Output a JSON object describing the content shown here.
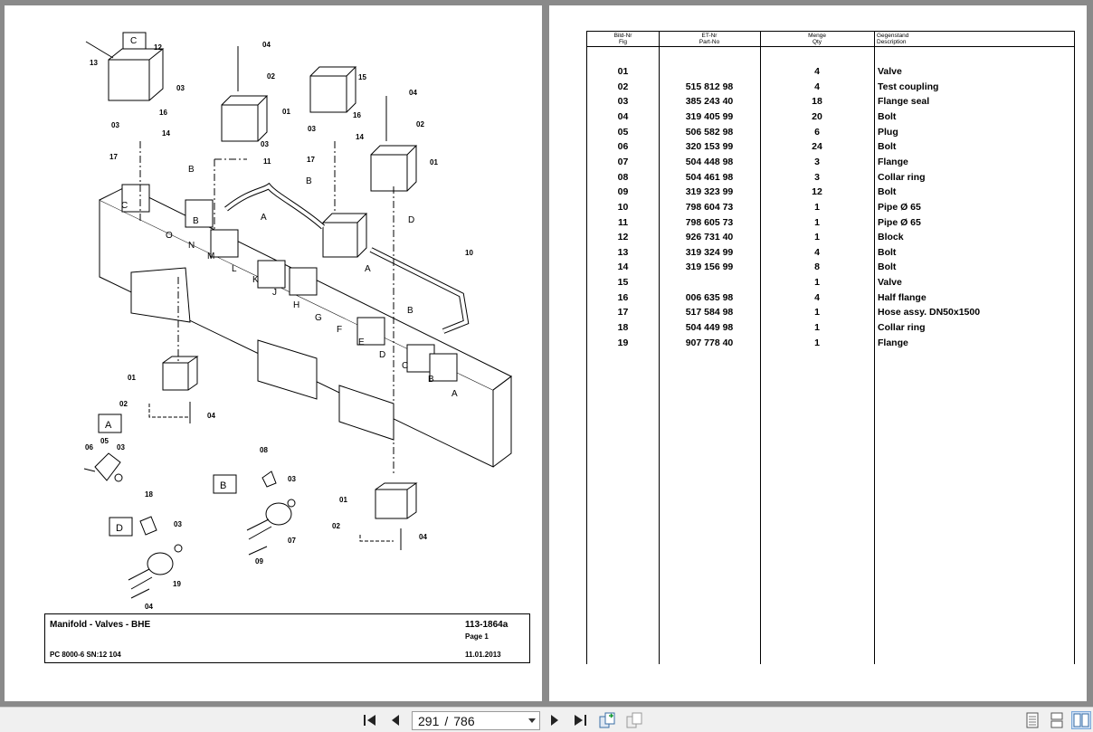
{
  "drawing": {
    "callouts": [
      "13",
      "12",
      "03",
      "16",
      "03",
      "14",
      "17",
      "C",
      "B",
      "04",
      "02",
      "01",
      "03",
      "15",
      "16",
      "03",
      "14",
      "17",
      "04",
      "02",
      "01",
      "11",
      "B",
      "A",
      "D",
      "10",
      "A",
      "B",
      "01",
      "02",
      "04",
      "A",
      "06",
      "05",
      "03",
      "08",
      "03",
      "B",
      "18",
      "03",
      "D",
      "07",
      "09",
      "19",
      "04",
      "01",
      "02",
      "04"
    ],
    "ports": [
      "C",
      "B",
      "O",
      "N",
      "M",
      "L",
      "K",
      "J",
      "H",
      "G",
      "F",
      "E",
      "D",
      "C",
      "B",
      "A"
    ]
  },
  "titleblock": {
    "title": "Manifold - Valves - BHE",
    "doc_no": "113-1864a",
    "page": "Page 1",
    "model": "PC 8000-6 SN:12 104",
    "date": "11.01.2013"
  },
  "parts_table": {
    "headers": {
      "fig_de": "Bild-Nr",
      "fig_en": "Fig",
      "part_de": "ET-Nr",
      "part_en": "Part-No",
      "qty_de": "Menge",
      "qty_en": "Qty",
      "desc_de": "Gegenstand",
      "desc_en": "Description"
    },
    "rows": [
      {
        "fig": "01",
        "part": "",
        "qty": "4",
        "desc": "Valve"
      },
      {
        "fig": "02",
        "part": "515 812 98",
        "qty": "4",
        "desc": "Test coupling"
      },
      {
        "fig": "03",
        "part": "385 243 40",
        "qty": "18",
        "desc": "Flange seal"
      },
      {
        "fig": "04",
        "part": "319 405 99",
        "qty": "20",
        "desc": "Bolt"
      },
      {
        "fig": "05",
        "part": "506 582 98",
        "qty": "6",
        "desc": "Plug"
      },
      {
        "fig": "06",
        "part": "320 153 99",
        "qty": "24",
        "desc": "Bolt"
      },
      {
        "fig": "07",
        "part": "504 448 98",
        "qty": "3",
        "desc": "Flange"
      },
      {
        "fig": "08",
        "part": "504 461 98",
        "qty": "3",
        "desc": "Collar ring"
      },
      {
        "fig": "09",
        "part": "319 323 99",
        "qty": "12",
        "desc": "Bolt"
      },
      {
        "fig": "10",
        "part": "798 604 73",
        "qty": "1",
        "desc": "Pipe Ø 65"
      },
      {
        "fig": "11",
        "part": "798 605 73",
        "qty": "1",
        "desc": "Pipe Ø 65"
      },
      {
        "fig": "12",
        "part": "926 731 40",
        "qty": "1",
        "desc": "Block"
      },
      {
        "fig": "13",
        "part": "319 324 99",
        "qty": "4",
        "desc": "Bolt"
      },
      {
        "fig": "14",
        "part": "319 156 99",
        "qty": "8",
        "desc": "Bolt"
      },
      {
        "fig": "15",
        "part": "",
        "qty": "1",
        "desc": "Valve"
      },
      {
        "fig": "16",
        "part": "006 635 98",
        "qty": "4",
        "desc": "Half flange"
      },
      {
        "fig": "17",
        "part": "517 584 98",
        "qty": "1",
        "desc": "Hose assy. DN50x1500"
      },
      {
        "fig": "18",
        "part": "504 449 98",
        "qty": "1",
        "desc": "Collar ring"
      },
      {
        "fig": "19",
        "part": "907 778 40",
        "qty": "1",
        "desc": "Flange"
      }
    ]
  },
  "viewer": {
    "current_page": "291",
    "separator": "/",
    "total_pages": "786",
    "icons": {
      "first": "skip-first-icon",
      "prev": "prev-page-icon",
      "next": "next-page-icon",
      "last": "skip-last-icon",
      "rotate_cw": "rotate-icon",
      "rotate_ccw": "rotate-back-icon",
      "single_page": "single-page-icon",
      "continuous": "continuous-icon",
      "two_page": "two-page-icon"
    }
  }
}
